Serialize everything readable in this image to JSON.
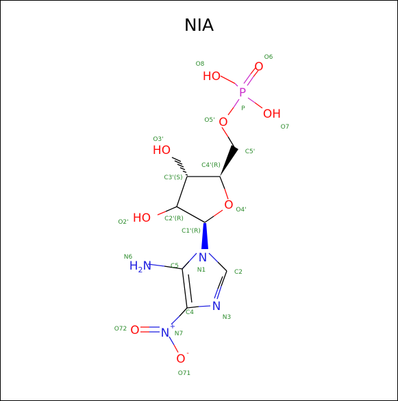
{
  "title": "NIA",
  "colors": {
    "carbon": "#000000",
    "oxygen": "#ff0d0d",
    "nitrogen": "#2020e0",
    "phosphorus": "#cc33cc",
    "atom_name": "#2d8c2d"
  },
  "atoms": {
    "o8": "HO",
    "o6": "O",
    "p": "P",
    "o7": "OH",
    "o5p": "O",
    "o3p": "HO",
    "o2p": "HO",
    "o4p": "O",
    "n6": "H2N",
    "n1": "N",
    "n3": "N",
    "n7": "N",
    "n7_charge": "+",
    "o72": "O",
    "o71": "O",
    "o71_charge": "-"
  },
  "names": {
    "o8": "O8",
    "o6": "O6",
    "p": "P",
    "o7": "O7",
    "o5p": "O5'",
    "c5p": "C5'",
    "o3p": "O3'",
    "c4p": "C4'(R)",
    "c3p": "C3'(S)",
    "o4p": "O4'",
    "o2p": "O2'",
    "c2p": "C2'(R)",
    "c1p": "C1'(R)",
    "n6": "N6",
    "c5": "C5",
    "n1": "N1",
    "c2": "C2",
    "c4": "C4",
    "n3": "N3",
    "o72": "O72",
    "n7": "N7",
    "o71": "O71"
  }
}
